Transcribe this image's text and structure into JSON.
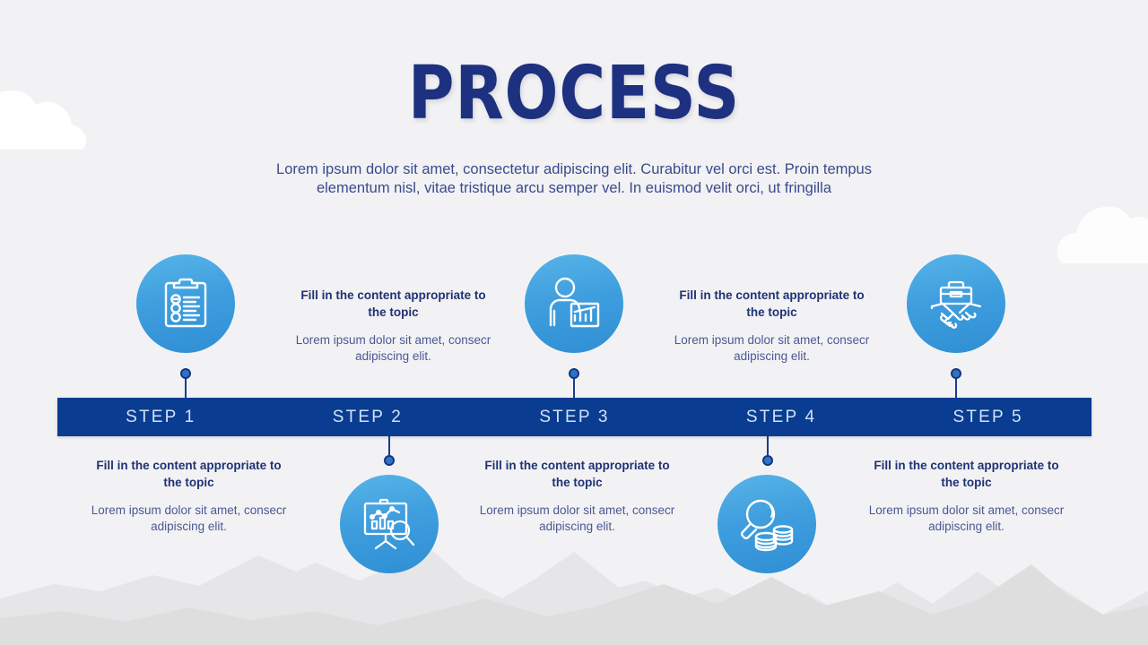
{
  "slide": {
    "title": "PROCESS",
    "subtitle": "Lorem ipsum dolor sit amet, consectetur adipiscing elit. Curabitur vel orci est. Proin tempus elementum nisl, vitae tristique arcu semper vel. In euismod velit orci, ut fringilla"
  },
  "colors": {
    "background": "#f2f2f4",
    "navy": "#1e3080",
    "bar": "#0a3c92",
    "bar_label": "#cfe3f7",
    "circle_blue": "#3f9ede",
    "body_text": "#4a5894",
    "head_text": "#1f3274",
    "mountain": "#e0e0e2",
    "cloud": "#ffffff"
  },
  "steps": [
    {
      "label": "STEP 1",
      "icon": "clipboard-checklist-icon",
      "icon_position": "above",
      "heading": "Fill in the content appropriate to the topic",
      "body": "Lorem ipsum dolor sit amet, consecr adipiscing elit.",
      "text_position": "below"
    },
    {
      "label": "STEP 2",
      "icon": "chart-board-magnifier-icon",
      "icon_position": "below",
      "heading": "Fill in the content appropriate to the topic",
      "body": "Lorem ipsum dolor sit amet, consecr adipiscing elit.",
      "text_position": "above"
    },
    {
      "label": "STEP 3",
      "icon": "presenter-chart-icon",
      "icon_position": "above",
      "heading": "Fill in the content appropriate to the topic",
      "body": "Lorem ipsum dolor sit amet, consecr adipiscing elit.",
      "text_position": "below"
    },
    {
      "label": "STEP 4",
      "icon": "magnifier-coins-icon",
      "icon_position": "below",
      "heading": "Fill in the content appropriate to the topic",
      "body": "Lorem ipsum dolor sit amet, consecr adipiscing elit.",
      "text_position": "above"
    },
    {
      "label": "STEP 5",
      "icon": "briefcase-handshake-icon",
      "icon_position": "above",
      "heading": "Fill in the content appropriate to the topic",
      "body": "Lorem ipsum dolor sit amet, consecr adipiscing elit.",
      "text_position": "below"
    }
  ],
  "decor": {
    "clouds": [
      "cloud-left-icon",
      "cloud-right-icon"
    ],
    "mountains": "mountain-range-icon"
  }
}
